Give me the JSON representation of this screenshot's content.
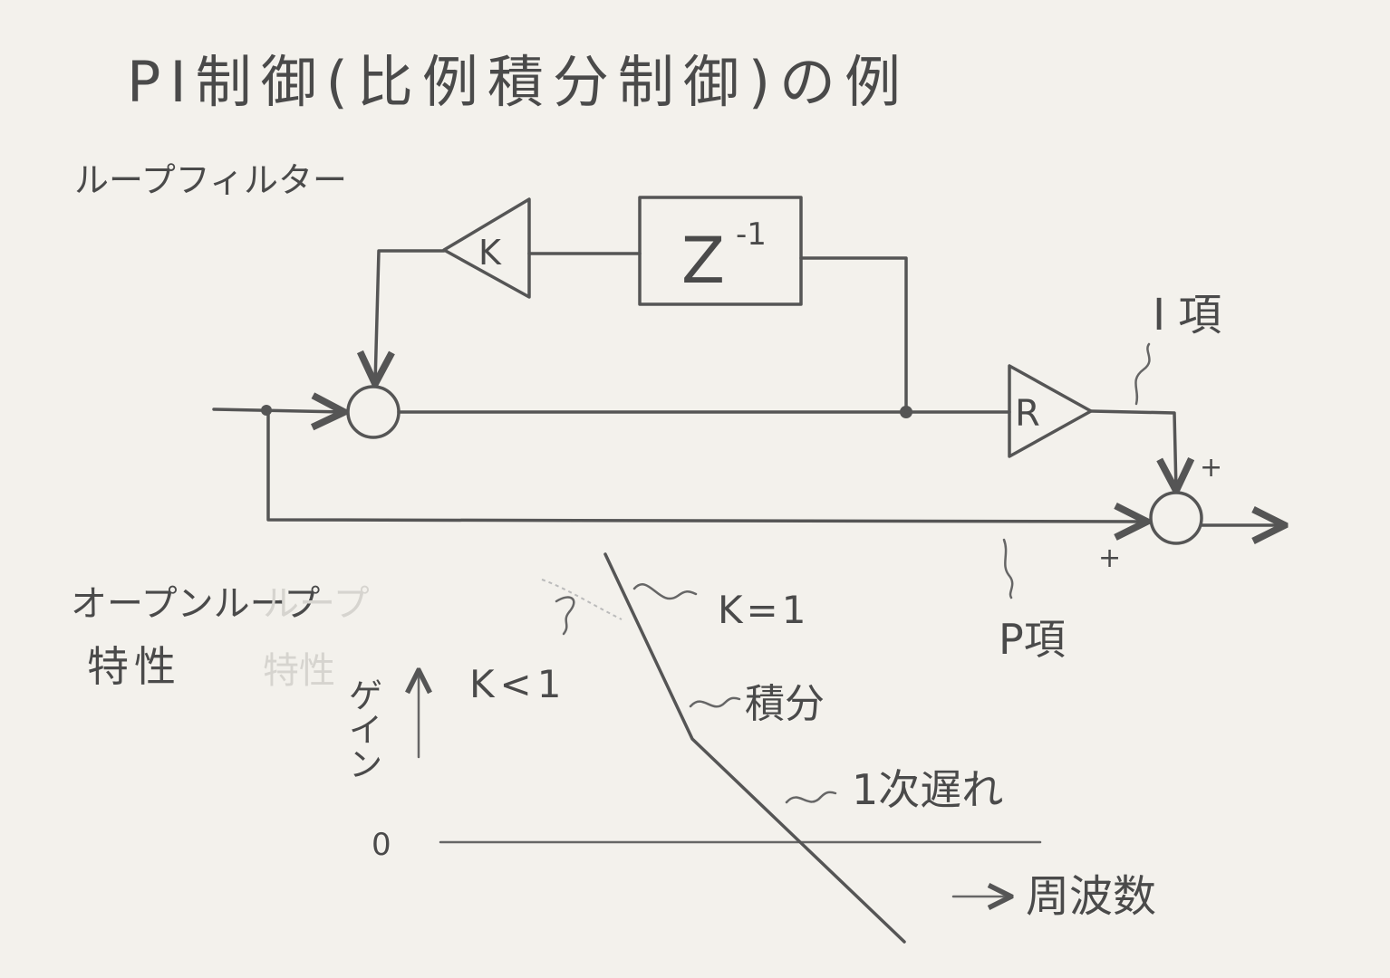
{
  "title": "PI制御(比例積分制御)の例",
  "loop_filter": {
    "label": "ループフィルター",
    "gain_k": "K",
    "delay": "Z",
    "delay_exp": "-1",
    "gain_r": "R",
    "i_term": "I項",
    "p_term": "P項",
    "plus_top": "+",
    "plus_bottom": "+"
  },
  "open_loop": {
    "label_line1": "オープンループ",
    "label_line2": "特性",
    "ghost_line1": "ループ",
    "ghost_line2": "特性",
    "y_axis": "ゲイン",
    "zero": "0",
    "x_axis": "周波数",
    "k_eq_1": "K=1",
    "k_lt_1": "K<1",
    "integral": "積分",
    "first_order": "1次遅れ"
  }
}
